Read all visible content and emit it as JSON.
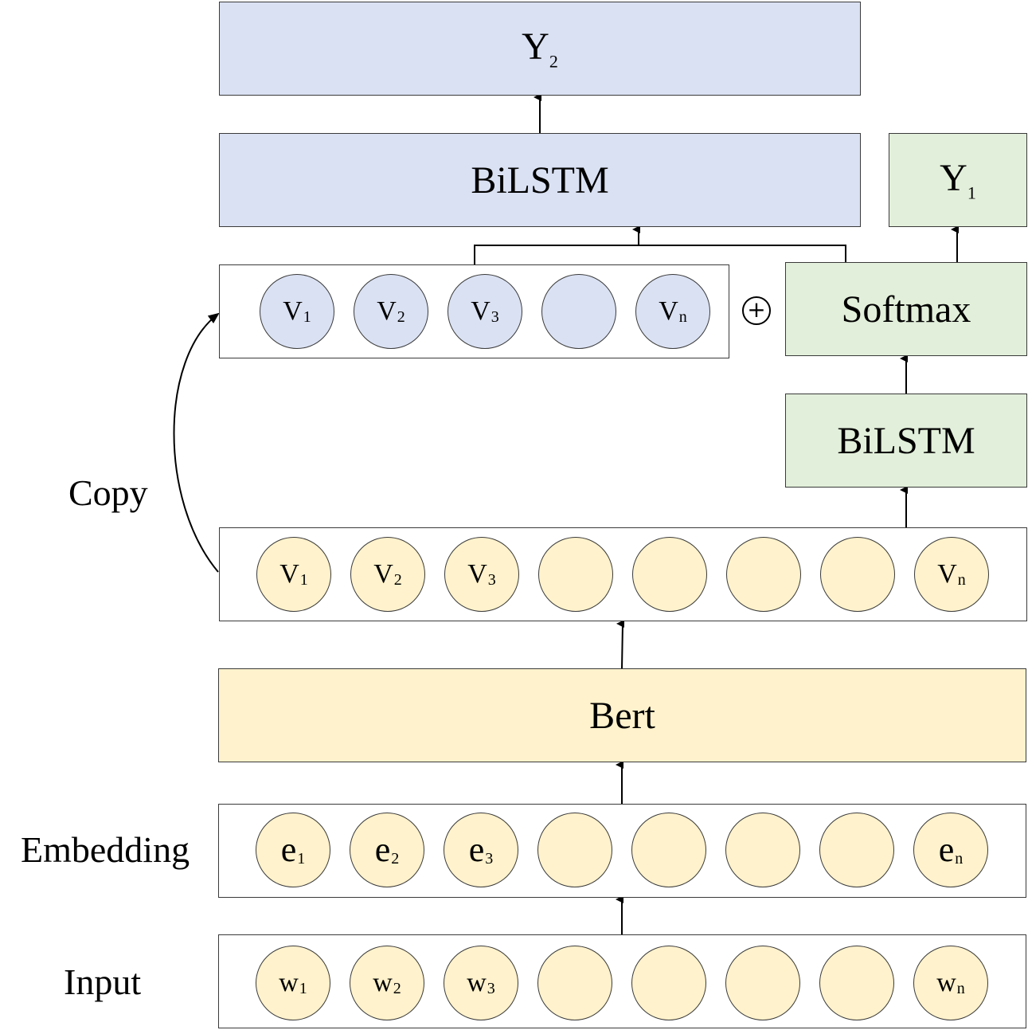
{
  "layers": {
    "y2": {
      "label": "Y",
      "sub": "2"
    },
    "bilstm_top": {
      "label": "BiLSTM"
    },
    "y1": {
      "label": "Y",
      "sub": "1"
    },
    "softmax": {
      "label": "Softmax"
    },
    "bilstm_right": {
      "label": "BiLSTM"
    },
    "bert": {
      "label": "Bert"
    }
  },
  "side_labels": {
    "copy": "Copy",
    "embedding": "Embedding",
    "input": "Input"
  },
  "concat_symbol": "+",
  "rows": {
    "copied_vectors": [
      {
        "base": "V",
        "sub": "1"
      },
      {
        "base": "V",
        "sub": "2"
      },
      {
        "base": "V",
        "sub": "3"
      },
      {
        "base": "",
        "sub": ""
      },
      {
        "base": "V",
        "sub": "n"
      }
    ],
    "bert_vectors": [
      {
        "base": "V",
        "sub": "1"
      },
      {
        "base": "V",
        "sub": "2"
      },
      {
        "base": "V",
        "sub": "3"
      },
      {
        "base": "",
        "sub": ""
      },
      {
        "base": "",
        "sub": ""
      },
      {
        "base": "",
        "sub": ""
      },
      {
        "base": "",
        "sub": ""
      },
      {
        "base": "V",
        "sub": "n"
      }
    ],
    "embeddings": [
      {
        "base": "e",
        "sub": "1"
      },
      {
        "base": "e",
        "sub": "2"
      },
      {
        "base": "e",
        "sub": "3"
      },
      {
        "base": "",
        "sub": ""
      },
      {
        "base": "",
        "sub": ""
      },
      {
        "base": "",
        "sub": ""
      },
      {
        "base": "",
        "sub": ""
      },
      {
        "base": "e",
        "sub": "n"
      }
    ],
    "inputs": [
      {
        "base": "w",
        "sub": "1"
      },
      {
        "base": "w",
        "sub": "2"
      },
      {
        "base": "w",
        "sub": "3"
      },
      {
        "base": "",
        "sub": ""
      },
      {
        "base": "",
        "sub": ""
      },
      {
        "base": "",
        "sub": ""
      },
      {
        "base": "",
        "sub": ""
      },
      {
        "base": "w",
        "sub": "n"
      }
    ]
  }
}
